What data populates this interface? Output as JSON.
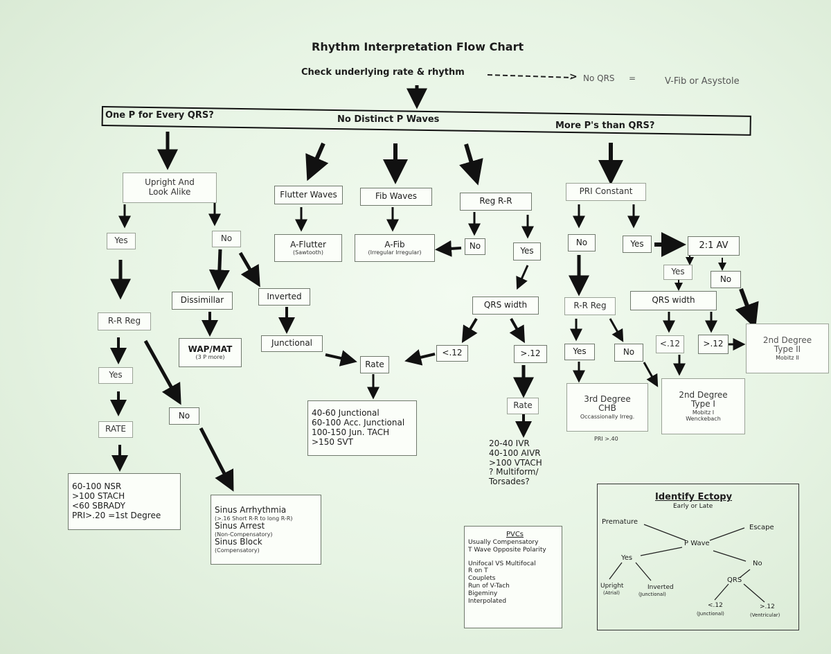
{
  "title": "Rhythm Interpretation Flow Chart",
  "check": {
    "label": "Check underlying rate & rhythm",
    "dashes": "-----------",
    "arrow": ">",
    "no_qrs": "No QRS",
    "equals": "=",
    "result": "V-Fib or Asystole"
  },
  "branches": {
    "one_p": "One P for Every QRS?",
    "no_p": "No Distinct P Waves",
    "more_p": "More P's than QRS?"
  },
  "left": {
    "upright": [
      "Upright And",
      "Look Alike"
    ],
    "yes": "Yes",
    "no": "No",
    "rr_reg": "R-R Reg",
    "yes2": "Yes",
    "rate": "RATE",
    "rate_list": [
      "60-100 NSR",
      ">100 STACH",
      "<60 SBRADY",
      "PRI>.20 =1st Degree"
    ],
    "no2": "No",
    "sinus": {
      "arrhythmia": "Sinus Arrhythmia",
      "arrhythmia_sub": "(>.16 Short R-R to long R-R)",
      "arrest": "Sinus Arrest",
      "arrest_sub": "(Non-Compensatory)",
      "block": "Sinus Block",
      "block_sub": "(Compensatory)"
    },
    "dissimilar": "Dissimillar",
    "wap": "WAP/MAT",
    "wap_sub": "(3 P more)",
    "inverted": "Inverted",
    "junctional": "Junctional"
  },
  "middle": {
    "flutter": "Flutter Waves",
    "aflutter": "A-Flutter",
    "aflutter_sub": "(Sawtooth)",
    "fib": "Fib Waves",
    "afib": "A-Fib",
    "afib_sub": "(Irregular Irregular)",
    "regrr": "Reg R-R",
    "no": "No",
    "yes": "Yes",
    "qrs_width": "QRS width",
    "lt": "<.12",
    "gt": ">.12",
    "rate": "Rate",
    "rate2": "Rate",
    "junc_list": [
      "40-60 Junctional",
      "60-100 Acc. Junctional",
      "100-150 Jun. TACH",
      ">150 SVT"
    ],
    "vent_list": [
      "20-40 IVR",
      "40-100 AIVR",
      ">100 VTACH",
      "? Multiform/",
      "Torsades?"
    ]
  },
  "right": {
    "pri": "PRI Constant",
    "no": "No",
    "yes": "Yes",
    "av21": "2:1 AV",
    "yes2": "Yes",
    "no2": "No",
    "qrs_width": "QRS width",
    "lt": "<.12",
    "gt": ">.12",
    "rr_reg": "R-R Reg",
    "yes3": "Yes",
    "no3": "No",
    "chb": "3rd Degree",
    "chb2": "CHB",
    "chb_sub": "Occassionally Irreg.",
    "pri_note": "PRI >.40",
    "type1": "2nd Degree",
    "type1_b": "Type I",
    "type1_c": "Mobitz I",
    "type1_d": "Wenckebach",
    "type2": "2nd Degree",
    "type2_b": "Type II",
    "type2_c": "Mobitz II"
  },
  "pvcs": {
    "title": "PVCs",
    "lines": [
      "Usually Compensatory",
      "T Wave Opposite Polarity",
      "",
      "Unifocal VS Multifocal",
      "R on T",
      "Couplets",
      "Run of V-Tach",
      "Bigeminy",
      "Interpolated"
    ]
  },
  "ectopy": {
    "title": "Identify Ectopy",
    "subtitle": "Early or Late",
    "premature": "Premature",
    "escape": "Escape",
    "pwave": "P Wave",
    "yes": "Yes",
    "no": "No",
    "upright": "Upright",
    "atrial": "(Atrial)",
    "inverted": "Inverted",
    "junctional": "(Junctional)",
    "qrs": "QRS",
    "lt": "<.12",
    "lt_sub": "(Junctional)",
    "gt": ">.12",
    "gt_sub": "(Ventricular)"
  }
}
